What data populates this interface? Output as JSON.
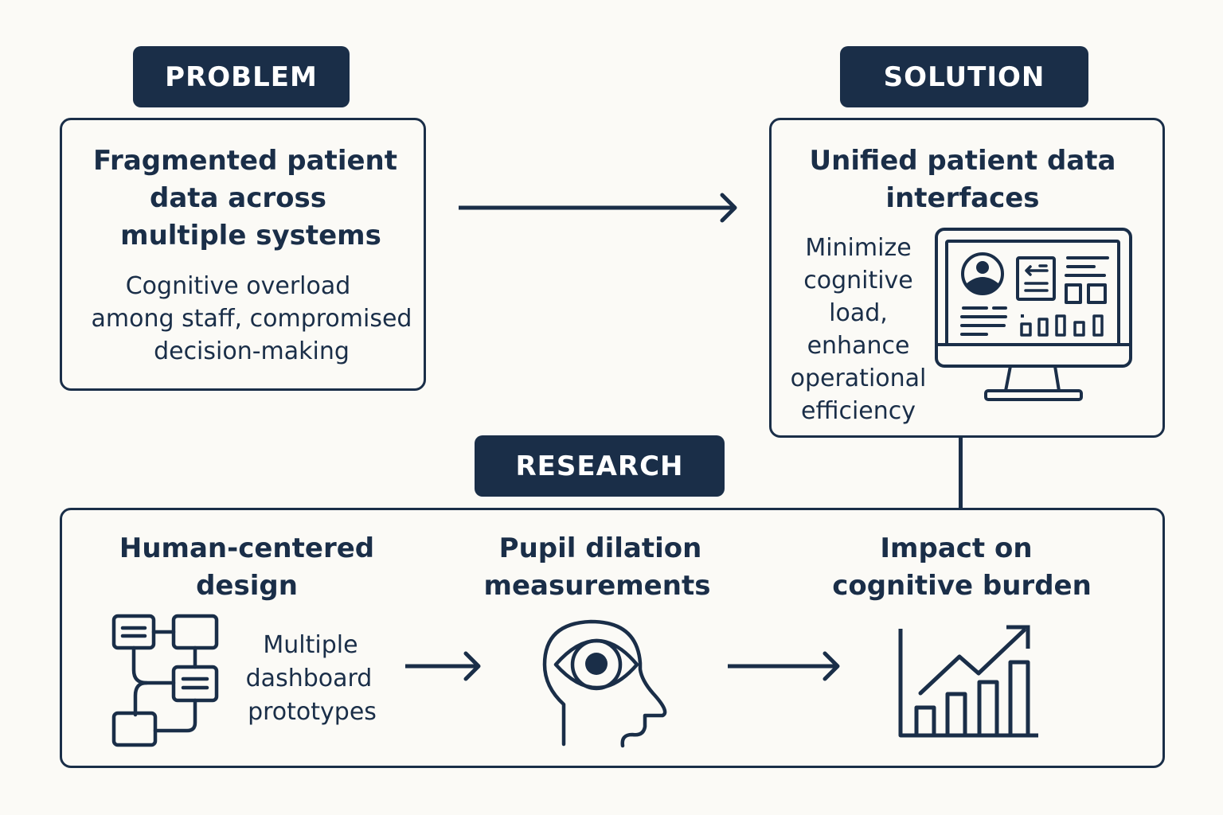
{
  "colors": {
    "background": "#fbfaf6",
    "navy": "#1a2e48",
    "label_text": "#ffffff"
  },
  "problem": {
    "label": "PROBLEM",
    "title_lines": [
      "Fragmented patient",
      "data across",
      "multiple systems"
    ],
    "body_lines": [
      "Cognitive overload",
      "among staff, compromised",
      "decision-making"
    ]
  },
  "solution": {
    "label": "SOLUTION",
    "title_lines": [
      "Unified patient data",
      "interfaces"
    ],
    "body_lines": [
      "Minimize",
      "cognitive",
      "load,",
      "enhance",
      "operational",
      "efficiency"
    ],
    "icon": "dashboard-monitor-icon"
  },
  "research": {
    "label": "RESEARCH",
    "steps": [
      {
        "title_lines": [
          "Human-centered",
          "design"
        ],
        "body_lines": [
          "Multiple",
          "dashboard",
          "prototypes"
        ],
        "icon": "flowchart-icon"
      },
      {
        "title_lines": [
          "Pupil dilation",
          "measurements"
        ],
        "icon": "head-eye-icon"
      },
      {
        "title_lines": [
          "Impact on",
          "cognitive burden"
        ],
        "icon": "growth-chart-icon"
      }
    ]
  },
  "connectors": [
    {
      "from": "problem",
      "to": "solution",
      "type": "arrow"
    },
    {
      "from": "solution",
      "to": "research",
      "type": "line"
    },
    {
      "from": "research.steps.0",
      "to": "research.steps.1",
      "type": "arrow"
    },
    {
      "from": "research.steps.1",
      "to": "research.steps.2",
      "type": "arrow"
    }
  ]
}
